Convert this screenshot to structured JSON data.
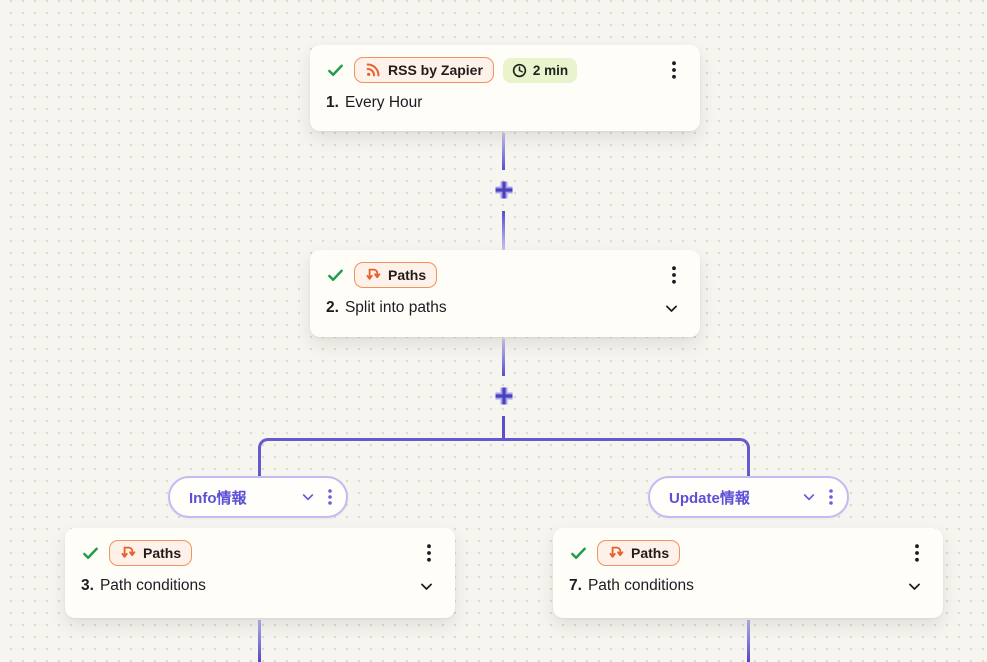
{
  "app_name": "Zapier workflow editor canvas",
  "background": {
    "color": "#f7f5f0",
    "dot_color": "#ddd9cf"
  },
  "colors": {
    "connector_purple": "#5a50cb",
    "branch_purple": "#6459ce",
    "pill_purple_text": "#5b50d6",
    "pill_purple_border": "#c3bcf1",
    "brand_orange": "#e8602a",
    "orange_pill_border": "#f0935c",
    "orange_pill_bg": "#fdf1e9",
    "check_green": "#1f9d4d",
    "duration_badge_bg": "#e9f4cf",
    "card_bg": "#fefdf8",
    "text_dark": "#1d1b22"
  },
  "steps": {
    "step1": {
      "app": "RSS by Zapier",
      "duration": "2 min",
      "number": "1.",
      "title": "Every Hour"
    },
    "step2": {
      "app": "Paths",
      "number": "2.",
      "title": "Split into paths"
    },
    "step3": {
      "app": "Paths",
      "number": "3.",
      "title": "Path conditions"
    },
    "step7": {
      "app": "Paths",
      "number": "7.",
      "title": "Path conditions"
    }
  },
  "path_labels": {
    "left": "Info情報",
    "right": "Update情報"
  }
}
